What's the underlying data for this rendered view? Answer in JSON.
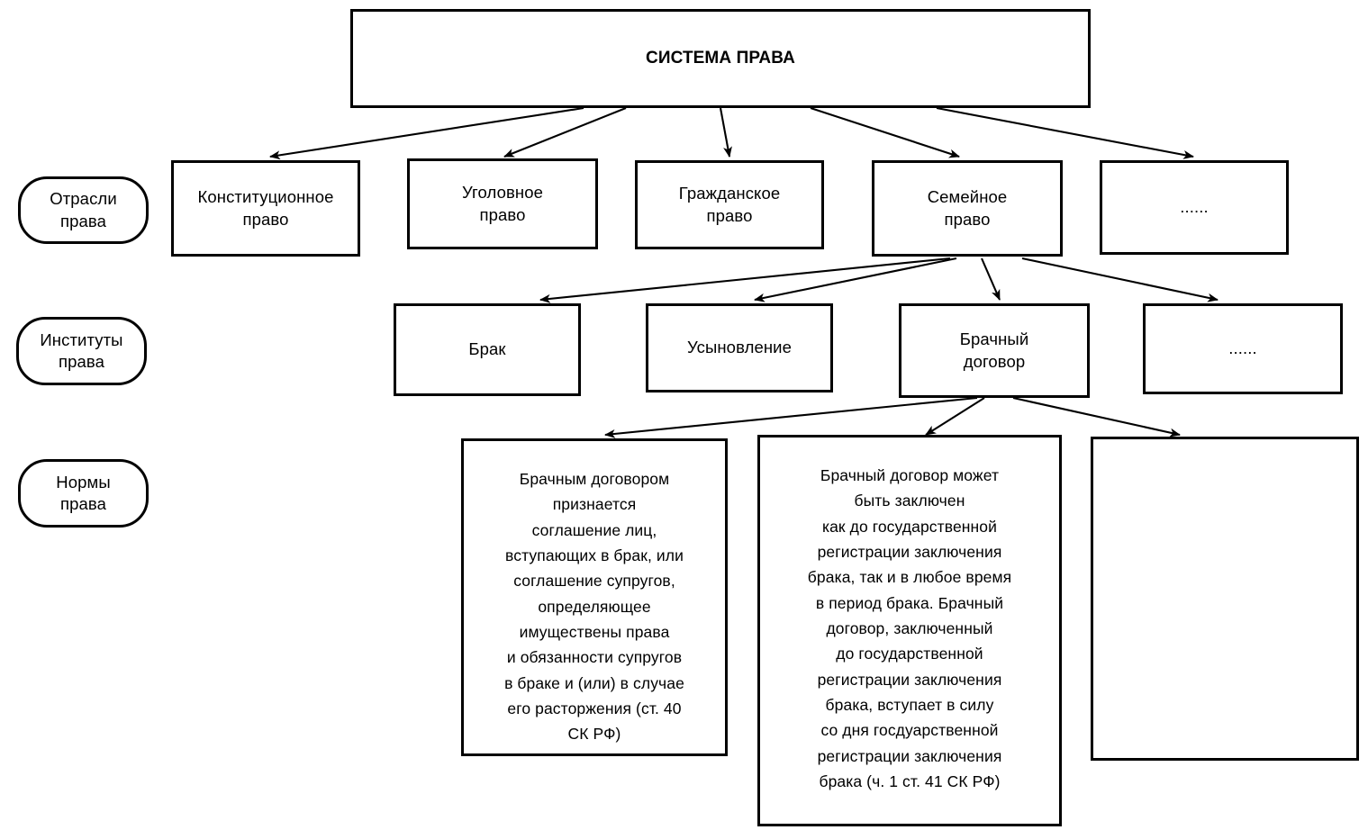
{
  "diagram": {
    "title": "СИСТЕМА ПРАВА",
    "root": {
      "label": "СИСТЕМА ПРАВА"
    },
    "tier_labels": [
      {
        "label": "Отрасли\nправа"
      },
      {
        "label": "Институты\nправа"
      },
      {
        "label": "Нормы\nправа"
      }
    ],
    "branches": [
      {
        "label": "Конституционное\nправо"
      },
      {
        "label": "Уголовное\nправо"
      },
      {
        "label": "Гражданское\nправо"
      },
      {
        "label": "Семейное\nправо"
      },
      {
        "label": "......"
      }
    ],
    "institutes": [
      {
        "label": "Брак"
      },
      {
        "label": "Усыновление"
      },
      {
        "label": "Брачный\nдоговор"
      },
      {
        "label": "......"
      }
    ],
    "norms": [
      {
        "label": "Брачным договором\nпризнается\nсоглашение лиц,\nвступающих в брак, или\nсоглашение супругов,\nопределяющее\nимуществены права\nи обязанности супругов\nв браке и (или) в случае\nего расторжения (ст. 40\nСК РФ)"
      },
      {
        "label": "Брачный договор может\nбыть заключен\nкак до государственной\nрегистрации заключения\nбрака, так и в любое время\nв период брака. Брачный\nдоговор, заключенный\nдо государственной\nрегистрации заключения\nбрака, вступает в силу\nсо дня госдуарственной\nрегистрации заключения\nбрака (ч. 1 ст. 41 СК РФ)"
      },
      {
        "label": ""
      }
    ],
    "colors": {
      "stroke": "#000000",
      "fill": "#ffffff",
      "text": "#000000"
    }
  }
}
